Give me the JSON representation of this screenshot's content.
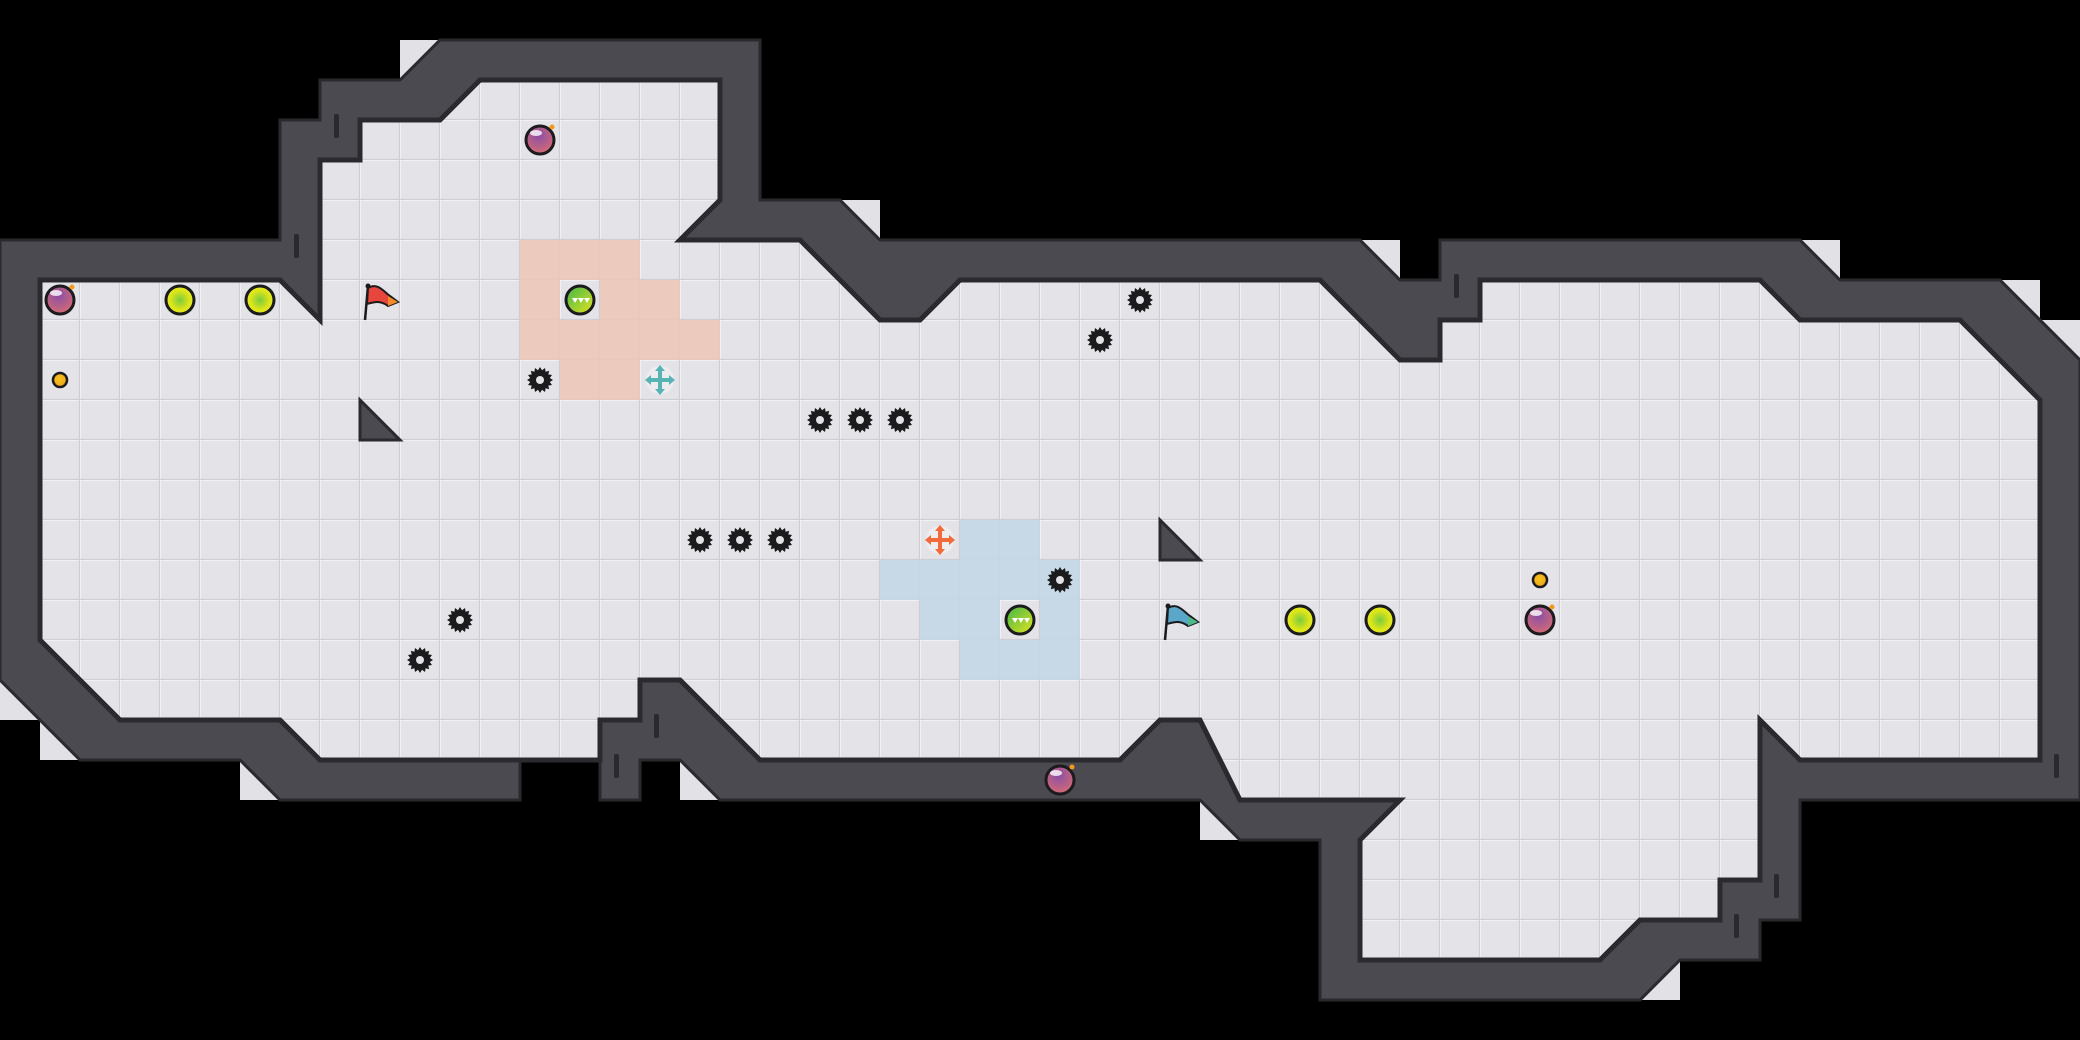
{
  "game": {
    "title": "Level map",
    "colors": {
      "background": "#000000",
      "floor": "#e2e1e6",
      "floor_line": "#cfced4",
      "wall": "#4b4a50",
      "wall_edge": "#2a292e",
      "red_zone": "#ecc7b8",
      "blue_zone": "#c3d7e6",
      "red_team": "#e8453c",
      "blue_team": "#5aa7c9",
      "energy_orb": "#d9e81e",
      "bomb": "#9b4d8f",
      "coin": "#f2b91c",
      "spike": "#1b1b1d"
    },
    "teams": [
      {
        "name": "red",
        "flag": {
          "col": 9,
          "row": 5
        },
        "spawn_pad": {
          "col": 14,
          "row": 5
        },
        "zone_cells": [
          [
            13,
            4
          ],
          [
            14,
            4
          ],
          [
            15,
            4
          ],
          [
            13,
            5
          ],
          [
            15,
            5
          ],
          [
            16,
            5
          ],
          [
            13,
            6
          ],
          [
            14,
            6
          ],
          [
            15,
            6
          ],
          [
            16,
            6
          ],
          [
            17,
            6
          ],
          [
            14,
            7
          ],
          [
            15,
            7
          ]
        ],
        "move_marker": {
          "col": 23,
          "row": 11
        }
      },
      {
        "name": "blue",
        "flag": {
          "col": 29,
          "row": 13
        },
        "spawn_pad": {
          "col": 25,
          "row": 13
        },
        "zone_cells": [
          [
            24,
            11
          ],
          [
            25,
            11
          ],
          [
            22,
            12
          ],
          [
            23,
            12
          ],
          [
            24,
            12
          ],
          [
            25,
            12
          ],
          [
            26,
            12
          ],
          [
            23,
            13
          ],
          [
            24,
            13
          ],
          [
            26,
            13
          ],
          [
            24,
            14
          ],
          [
            25,
            14
          ],
          [
            26,
            14
          ]
        ],
        "move_marker": {
          "col": 16,
          "row": 7
        }
      }
    ],
    "items": {
      "energy_orbs": [
        [
          4,
          5
        ],
        [
          6,
          5
        ],
        [
          32,
          13
        ],
        [
          34,
          13
        ]
      ],
      "bombs": [
        [
          1,
          5
        ],
        [
          13,
          1
        ],
        [
          38,
          13
        ],
        [
          26,
          17
        ]
      ],
      "coins": [
        [
          1,
          7
        ],
        [
          38,
          12
        ]
      ],
      "spikes": [
        [
          13,
          7
        ],
        [
          28,
          5
        ],
        [
          27,
          6
        ],
        [
          20,
          8
        ],
        [
          21,
          8
        ],
        [
          22,
          8
        ],
        [
          17,
          11
        ],
        [
          18,
          11
        ],
        [
          19,
          11
        ],
        [
          26,
          12
        ],
        [
          11,
          13
        ],
        [
          10,
          14
        ]
      ],
      "diagonal_blocks": [
        [
          9,
          8
        ],
        [
          29,
          11
        ]
      ]
    }
  }
}
